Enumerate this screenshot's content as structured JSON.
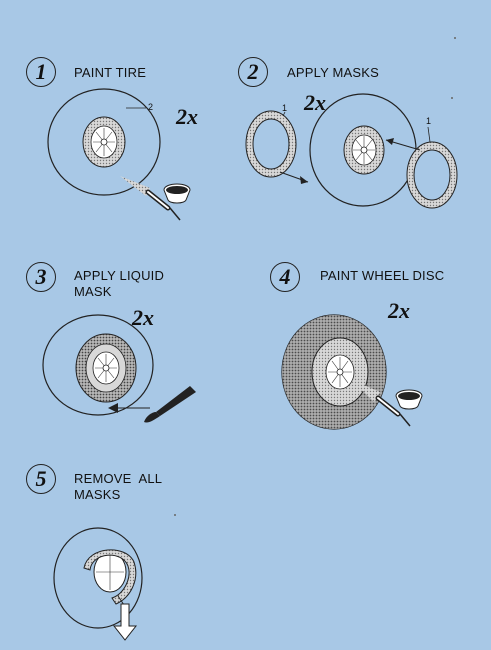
{
  "steps": [
    {
      "number": "1",
      "label": "PAINT TIRE",
      "multiplier": "2x",
      "callout": "2"
    },
    {
      "number": "2",
      "label": "APPLY MASKS",
      "multiplier": "2x",
      "callout_left": "1",
      "callout_right": "1"
    },
    {
      "number": "3",
      "label_line1": "APPLY LIQUID",
      "label_line2": "MASK",
      "multiplier": "2x"
    },
    {
      "number": "4",
      "label": "PAINT WHEEL DISC",
      "multiplier": "2x"
    },
    {
      "number": "5",
      "label_line1": "REMOVE  ALL",
      "label_line2": "MASKS"
    }
  ],
  "icons": [
    "airbrush-icon",
    "brush-icon",
    "removal-arrow-icon"
  ]
}
